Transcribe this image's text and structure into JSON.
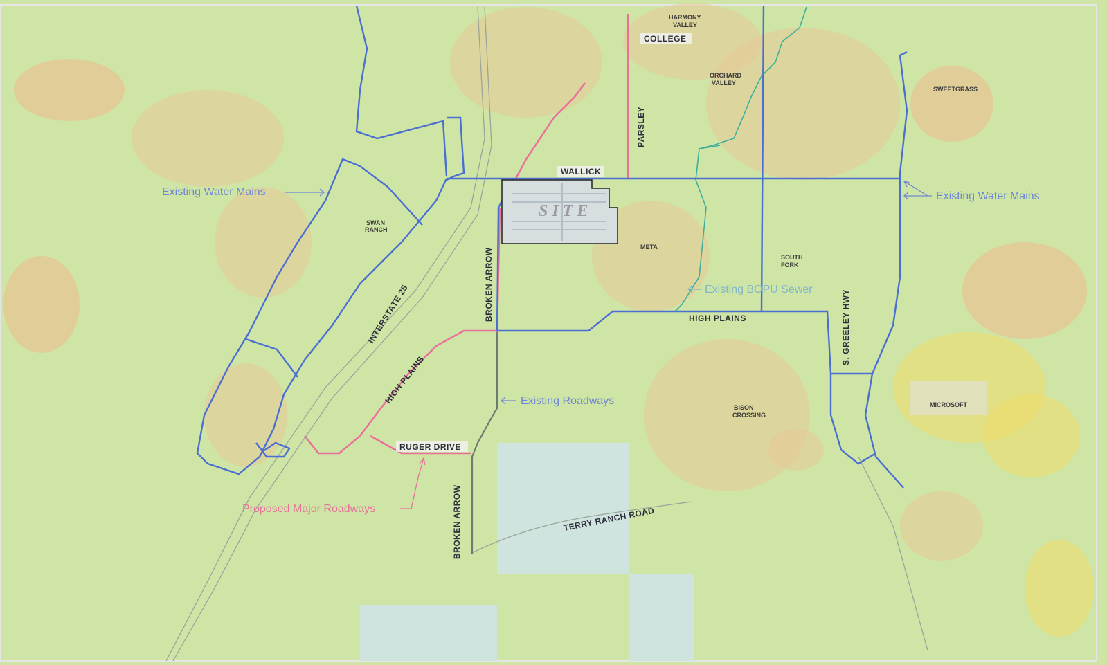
{
  "colors": {
    "land": "#cfe5a6",
    "land_dark": "#bcdc94",
    "developed": "#e7c996",
    "developed_alt": "#efb98a",
    "yellow": "#f1dc6a",
    "water_main": "#4a6fd0",
    "proposed_road": "#e8709a",
    "sewer": "#3fae9c",
    "existing_road": "#6f7a70",
    "section": "#cfe3df",
    "label_dark": "#2b2d3a",
    "annot_blue": "#6d86d6",
    "annot_pink": "#e8709a",
    "annot_sewer": "#82b6c8"
  },
  "site": {
    "label": "SITE"
  },
  "roads": {
    "college": "COLLEGE",
    "parsley": "PARSLEY",
    "wallick": "WALLICK",
    "broken_arrow_north": "BROKEN ARROW",
    "interstate_25": "INTERSTATE 25",
    "high_plains_west": "HIGH PLAINS",
    "high_plains_east": "HIGH PLAINS",
    "ruger_drive": "RUGER DRIVE",
    "broken_arrow_south": "BROKEN ARROW",
    "terry_ranch_road": "TERRY RANCH ROAD",
    "s_greeley_hwy": "S. GREELEY HWY"
  },
  "places": {
    "harmony_valley": [
      "HARMONY",
      "VALLEY"
    ],
    "orchard_valley": [
      "ORCHARD",
      "VALLEY"
    ],
    "sweetgrass": "SWEETGRASS",
    "swan_ranch": [
      "SWAN",
      "RANCH"
    ],
    "meta": "META",
    "south_fork": [
      "SOUTH",
      "FORK"
    ],
    "bison_crossing": [
      "BISON",
      "CROSSING"
    ],
    "microsoft": "MICROSOFT"
  },
  "annotations": {
    "water_mains_west": "Existing Water Mains",
    "water_mains_east": "Existing Water Mains",
    "sewer": "Existing BOPU Sewer",
    "roadways": "Existing Roadways",
    "proposed": "Proposed Major Roadways"
  }
}
